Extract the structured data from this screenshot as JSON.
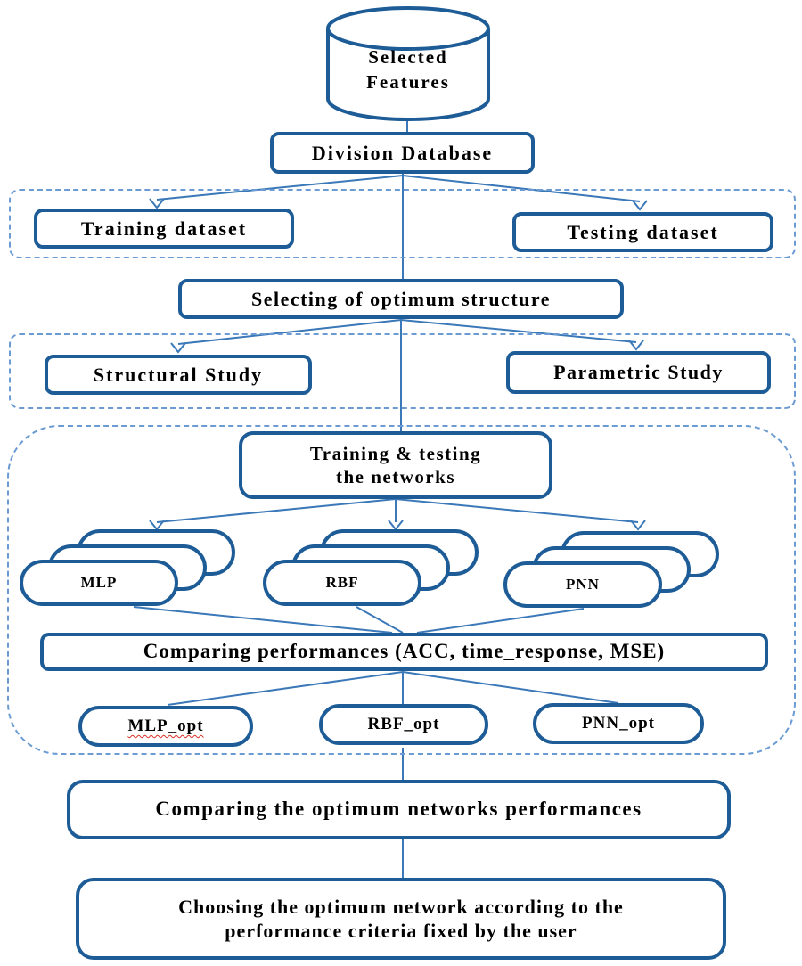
{
  "colors": {
    "box_border": "#1d5c96",
    "connector": "#3a78b8",
    "dashed_border": "#6b9bd2",
    "text": "#000000",
    "background": "#ffffff",
    "spellcheck_underline": "#d93025"
  },
  "nodes": {
    "selected_features": {
      "line1": "Selected",
      "line2": "Features"
    },
    "division_database": {
      "label": "Division Database"
    },
    "training_dataset": {
      "label": "Training dataset"
    },
    "testing_dataset": {
      "label": "Testing dataset"
    },
    "selecting_structure": {
      "label": "Selecting of optimum structure"
    },
    "structural_study": {
      "label": "Structural Study"
    },
    "parametric_study": {
      "label": "Parametric Study"
    },
    "training_testing": {
      "line1": "Training & testing",
      "line2": "the networks"
    },
    "mlp": {
      "label": "MLP"
    },
    "rbf": {
      "label": "RBF"
    },
    "pnn": {
      "label": "PNN"
    },
    "comparing_performances": {
      "label": "Comparing performances (ACC, time_response, MSE)"
    },
    "mlp_opt": {
      "label": "MLP_opt"
    },
    "rbf_opt": {
      "label": "RBF_opt"
    },
    "pnn_opt": {
      "label": "PNN_opt"
    },
    "comparing_optimum": {
      "label": "Comparing the optimum networks performances"
    },
    "choosing": {
      "line1": "Choosing the optimum network according to the",
      "line2": "performance criteria fixed by the user"
    }
  },
  "edges": [
    {
      "from": "selected_features",
      "to": "division_database"
    },
    {
      "from": "division_database",
      "to": "training_dataset"
    },
    {
      "from": "division_database",
      "to": "testing_dataset"
    },
    {
      "from": "division_database",
      "to": "selecting_structure"
    },
    {
      "from": "selecting_structure",
      "to": "structural_study"
    },
    {
      "from": "selecting_structure",
      "to": "parametric_study"
    },
    {
      "from": "selecting_structure",
      "to": "training_testing"
    },
    {
      "from": "training_testing",
      "to": "mlp"
    },
    {
      "from": "training_testing",
      "to": "rbf"
    },
    {
      "from": "training_testing",
      "to": "pnn"
    },
    {
      "from": "mlp",
      "to": "comparing_performances"
    },
    {
      "from": "rbf",
      "to": "comparing_performances"
    },
    {
      "from": "pnn",
      "to": "comparing_performances"
    },
    {
      "from": "comparing_performances",
      "to": "mlp_opt"
    },
    {
      "from": "comparing_performances",
      "to": "rbf_opt"
    },
    {
      "from": "comparing_performances",
      "to": "pnn_opt"
    },
    {
      "from": "comparing_performances",
      "to": "comparing_optimum"
    },
    {
      "from": "comparing_optimum",
      "to": "choosing"
    }
  ]
}
